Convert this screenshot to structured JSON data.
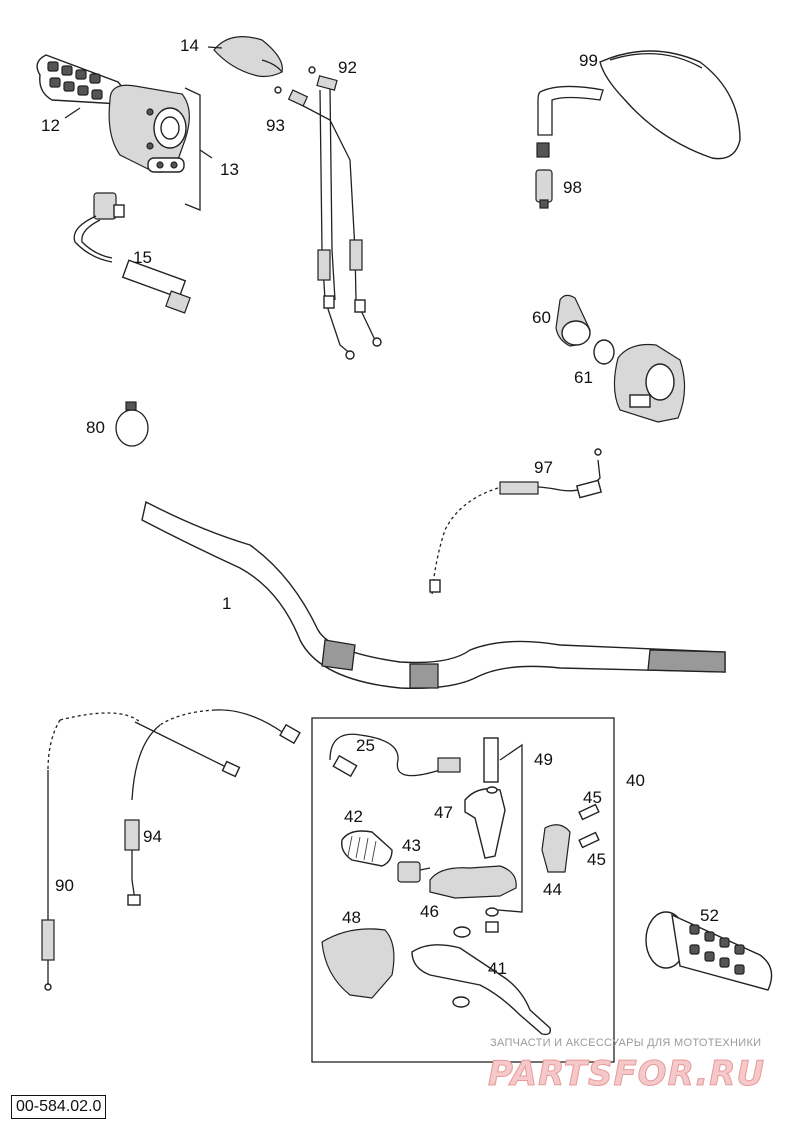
{
  "diagram_code": "00-584.02.0",
  "callouts": {
    "p1": "1",
    "p12": "12",
    "p13": "13",
    "p14": "14",
    "p15": "15",
    "p25": "25",
    "p40": "40",
    "p41": "41",
    "p42": "42",
    "p43": "43",
    "p44": "44",
    "p45a": "45",
    "p45b": "45",
    "p46": "46",
    "p47": "47",
    "p48": "48",
    "p49": "49",
    "p52": "52",
    "p60": "60",
    "p61": "61",
    "p80": "80",
    "p90": "90",
    "p92": "92",
    "p93": "93",
    "p94": "94",
    "p97": "97",
    "p98": "98",
    "p99": "99"
  },
  "watermark": {
    "tagline": "ЗАПЧАСТИ И АКСЕССУАРЫ ДЛЯ МОТОТЕХНИКИ",
    "logo": "PARTSFOR.RU"
  },
  "icons": [
    "grip",
    "throttle-housing",
    "mirror",
    "switch",
    "lever",
    "cable",
    "handlebar",
    "clamp-ring"
  ]
}
